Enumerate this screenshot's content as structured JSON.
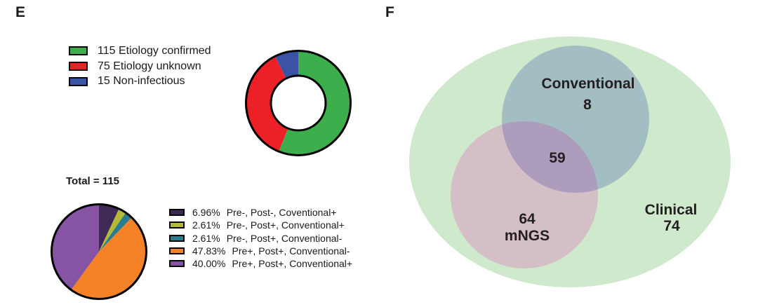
{
  "panels": {
    "e": {
      "label": "E"
    },
    "f": {
      "label": "F"
    }
  },
  "chart_data": [
    {
      "type": "donut",
      "title": "",
      "categories": [
        "Etiology confirmed",
        "Etiology unknown",
        "Non-infectious"
      ],
      "values": [
        115,
        75,
        15
      ],
      "colors": [
        "#3cae4b",
        "#ec2127",
        "#3b53a5"
      ],
      "legend_labels": [
        "115 Etiology confirmed",
        "75 Etiology unknown",
        "15 Non-infectious"
      ],
      "legend_position": "left of donut",
      "start_angle_deg": 0,
      "direction": "clockwise",
      "outline_color": "#000000"
    },
    {
      "type": "pie",
      "title": "Total = 115",
      "categories": [
        "Pre-, Post-, Coventional+",
        "Pre-, Post+, Conventional+",
        "Pre-, Post+, Conventional-",
        "Pre+, Post+, Conventional-",
        "Pre+, Post+, Conventional+"
      ],
      "values": [
        6.96,
        2.61,
        2.61,
        47.83,
        40.0
      ],
      "value_labels": [
        "6.96%",
        "2.61%",
        "2.61%",
        "47.83%",
        "40.00%"
      ],
      "colors": [
        "#3e2a54",
        "#b5ba34",
        "#2a7d8e",
        "#f58227",
        "#8654a3"
      ],
      "legend_position": "right of pie",
      "start_angle_deg": 0,
      "direction": "clockwise",
      "outline_color": "#000000"
    },
    {
      "type": "venn",
      "sets": [
        {
          "name": "Clinical",
          "count": 74,
          "color": "#cfe9cd",
          "role": "outer-ellipse"
        },
        {
          "name": "Conventional",
          "count": 8,
          "color": "#a2bec3",
          "role": "top-circle"
        },
        {
          "name": "mNGS",
          "count": 64,
          "color": "#d5bfc6",
          "role": "bottom-circle"
        },
        {
          "name": "Conventional + mNGS overlap",
          "count": 59,
          "color": "#ab9dbb",
          "role": "intersection"
        }
      ]
    }
  ]
}
